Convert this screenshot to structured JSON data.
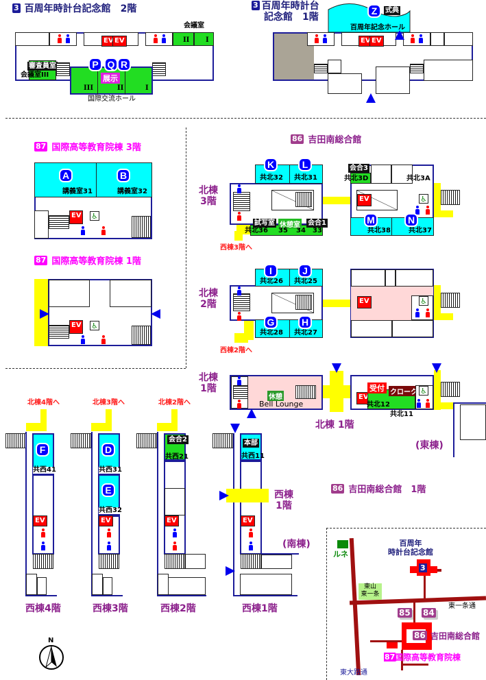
{
  "centennial_2f": {
    "badge": "3",
    "title": "百周年時計台記念館　2階",
    "meeting_room": "会議室",
    "room_II": "II",
    "room_I": "I",
    "judges_room": "審査員室",
    "meeting_room_III": "会議室III",
    "hall_III": "III",
    "hall_II": "II",
    "hall_I": "I",
    "hall_name": "国際交流ホール",
    "exhibit": "展示",
    "markers": [
      "P",
      "Q",
      "R"
    ],
    "ev": "EV"
  },
  "centennial_1f": {
    "badge": "3",
    "title_line1": "百周年時計台",
    "title_line2": "記念館　1階",
    "marker": "Z",
    "ceremony": "式典",
    "hall_name": "百周年記念ホール",
    "ev": "EV"
  },
  "b87_3f": {
    "badge": "87",
    "title": "国際高等教育院棟 3階",
    "markers": [
      "A",
      "B"
    ],
    "rooms": [
      "講義室31",
      "講義室32"
    ],
    "ev": "EV"
  },
  "b87_1f": {
    "badge": "87",
    "title": "国際高等教育院棟 1階",
    "ev": "EV"
  },
  "b86": {
    "badge": "86",
    "title": "吉田南総合館",
    "north_3f": {
      "label_line1": "北棟",
      "label_line2": "3階",
      "markers": [
        "K",
        "L",
        "M",
        "N"
      ],
      "rooms": {
        "k": "共北32",
        "l": "共北31",
        "kaigo3": "会合3",
        "r3d": "共北3D",
        "r3a": "共北3A",
        "m": "共北38",
        "n": "共北37",
        "shisha": "試写室",
        "kyukei": "休憩室",
        "kaigo1": "会合1",
        "r36": "共北36",
        "r35": "35",
        "r34": "34",
        "r33": "33"
      },
      "to_west": "西棟3階へ",
      "ev": "EV"
    },
    "north_2f": {
      "label_line1": "北棟",
      "label_line2": "2階",
      "markers": [
        "I",
        "J",
        "G",
        "H"
      ],
      "rooms": {
        "i": "共北26",
        "j": "共北25",
        "g": "共北28",
        "h": "共北27"
      },
      "to_west": "西棟2階へ",
      "ev": "EV"
    },
    "north_1f": {
      "label_line1": "北棟",
      "label_line2": "1階",
      "rest": "休憩",
      "lounge": "Bell Lounge",
      "reception": "受付",
      "cloak": "クローク",
      "r12": "共北12",
      "r11": "共北11",
      "caption": "北棟 1階",
      "east": "(東棟)",
      "ev": "EV"
    },
    "floor1_caption": "吉田南総合館　1階",
    "west": [
      {
        "to_north": "北棟4階へ",
        "marker": "F",
        "room": "共西41",
        "caption": "西棟4階",
        "ev": "EV"
      },
      {
        "to_north": "北棟3階へ",
        "markers": [
          "D",
          "E"
        ],
        "rooms": [
          "共西31",
          "共西32"
        ],
        "caption": "西棟3階",
        "ev": "EV"
      },
      {
        "to_north": "北棟2階へ",
        "kaigo": "会合2",
        "room": "共西21",
        "caption": "西棟2階",
        "ev": "EV"
      },
      {
        "honbu": "本部",
        "room": "共西11",
        "caption": "西棟1階",
        "ev": "EV",
        "side_line1": "西棟",
        "side_line2": "1階",
        "south": "(南棟)"
      }
    ]
  },
  "inset_map": {
    "rune": "ルネ",
    "centennial_line1": "百周年",
    "centennial_line2": "時計台記念館",
    "c_num": "3",
    "station_line1": "東山",
    "station_line2": "東一条",
    "street_h": "東一条通",
    "street_v": "東大路通",
    "b85": "85",
    "b84": "84",
    "b86": "86",
    "b86_name": "吉田南総合館",
    "b87": "87",
    "b87_name": "国際高等教育院棟"
  },
  "compass": {
    "label": "N"
  }
}
